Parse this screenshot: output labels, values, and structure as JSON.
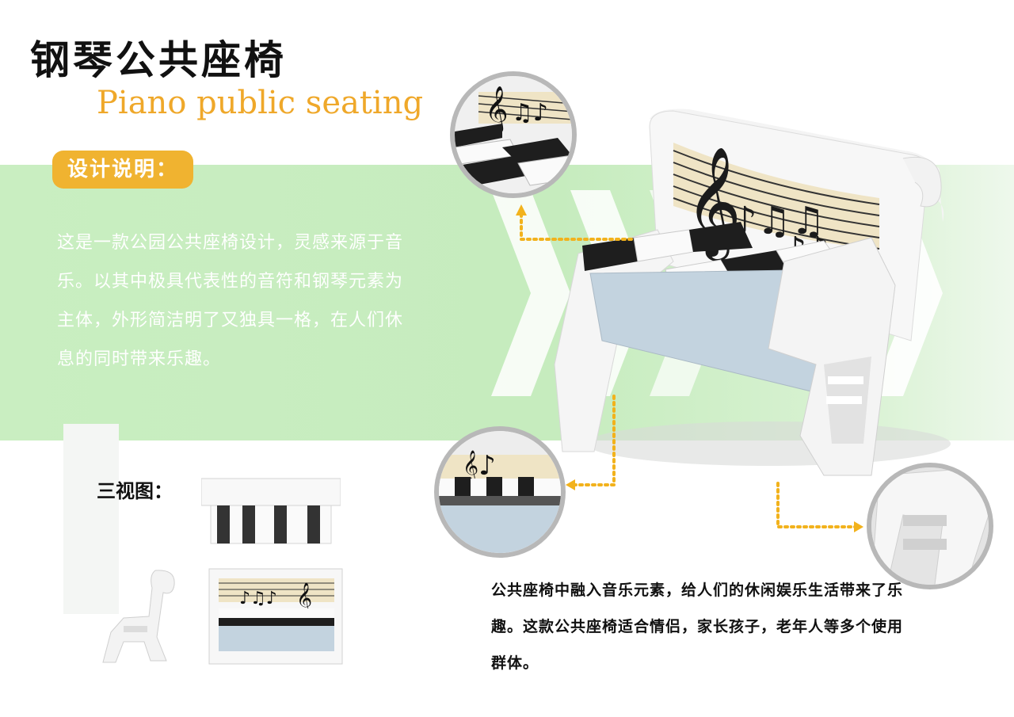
{
  "title": {
    "chinese": "钢琴公共座椅",
    "english": "Piano public seating"
  },
  "design_notes": {
    "badge": "设计说明：",
    "body": "这是一款公园公共座椅设计，灵感来源于音乐。以其中极具代表性的音符和钢琴元素为主体，外形简洁明了又独具一格，在人们休息的同时带来乐趣。"
  },
  "three_view": {
    "label": "三视图："
  },
  "caption": "公共座椅中融入音乐元素，给人们的休闲娱乐生活带来了乐趣。这款公共座椅适合情侣，家长孩子，老年人等多个使用群体。",
  "colors": {
    "accent": "#f0b330",
    "title_en": "#efa82a",
    "band_green": "#c8edc0",
    "keys_black": "#1e1e1e",
    "seat_blue": "#c3d3df",
    "staff_cream": "#efe4c5"
  },
  "images": {
    "main": "piano-bench-render",
    "detail_top": "notes-and-keys-closeup",
    "detail_mid": "keys-and-seat-closeup",
    "detail_right": "side-frame-closeup",
    "view_top": "top-view",
    "view_side": "side-view",
    "view_front": "front-view"
  }
}
